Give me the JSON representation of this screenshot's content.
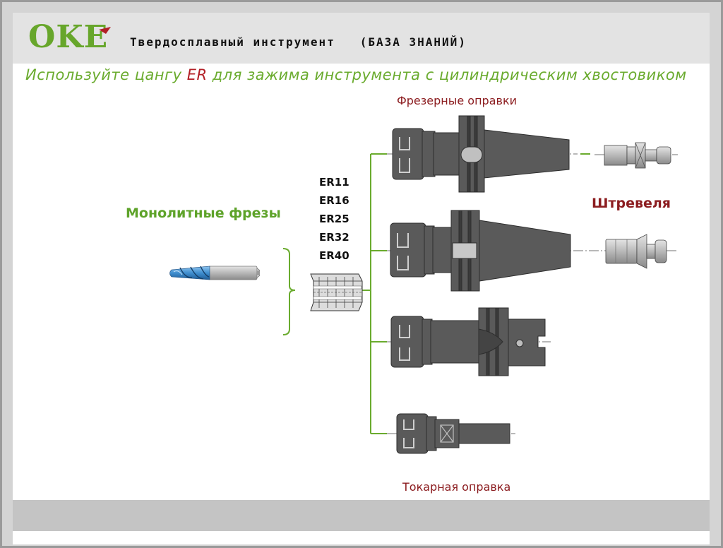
{
  "header": {
    "logo_text": "OKE",
    "title": "Твердосплавный инструмент   (БАЗА ЗНАНИЙ)"
  },
  "subtitle": {
    "before": "Используйте цангу ",
    "highlight": "ER",
    "after": " для зажима инструмента с цилиндрическим хвостовиком"
  },
  "labels": {
    "milling_holders": "Фрезерные оправки",
    "turning_holder": "Токарная оправка",
    "pull_studs": "Штревеля",
    "solid_end_mills": "Монолитные фрезы"
  },
  "collet_sizes": [
    "ER11",
    "ER16",
    "ER25",
    "ER32",
    "ER40"
  ],
  "colors": {
    "brand_green": "#67a62b",
    "accent_red": "#b21f26",
    "label_red": "#8c1d20",
    "connector_green": "#6aab2e",
    "tool_gray": "#5a5a5a",
    "cutter_blue": "#3f8fd0"
  },
  "icons": [
    "end-mill-icon",
    "er-collet-icon",
    "bt-holder-icon",
    "hsk-holder-icon",
    "cylindrical-holder-icon",
    "pull-stud-icon"
  ]
}
